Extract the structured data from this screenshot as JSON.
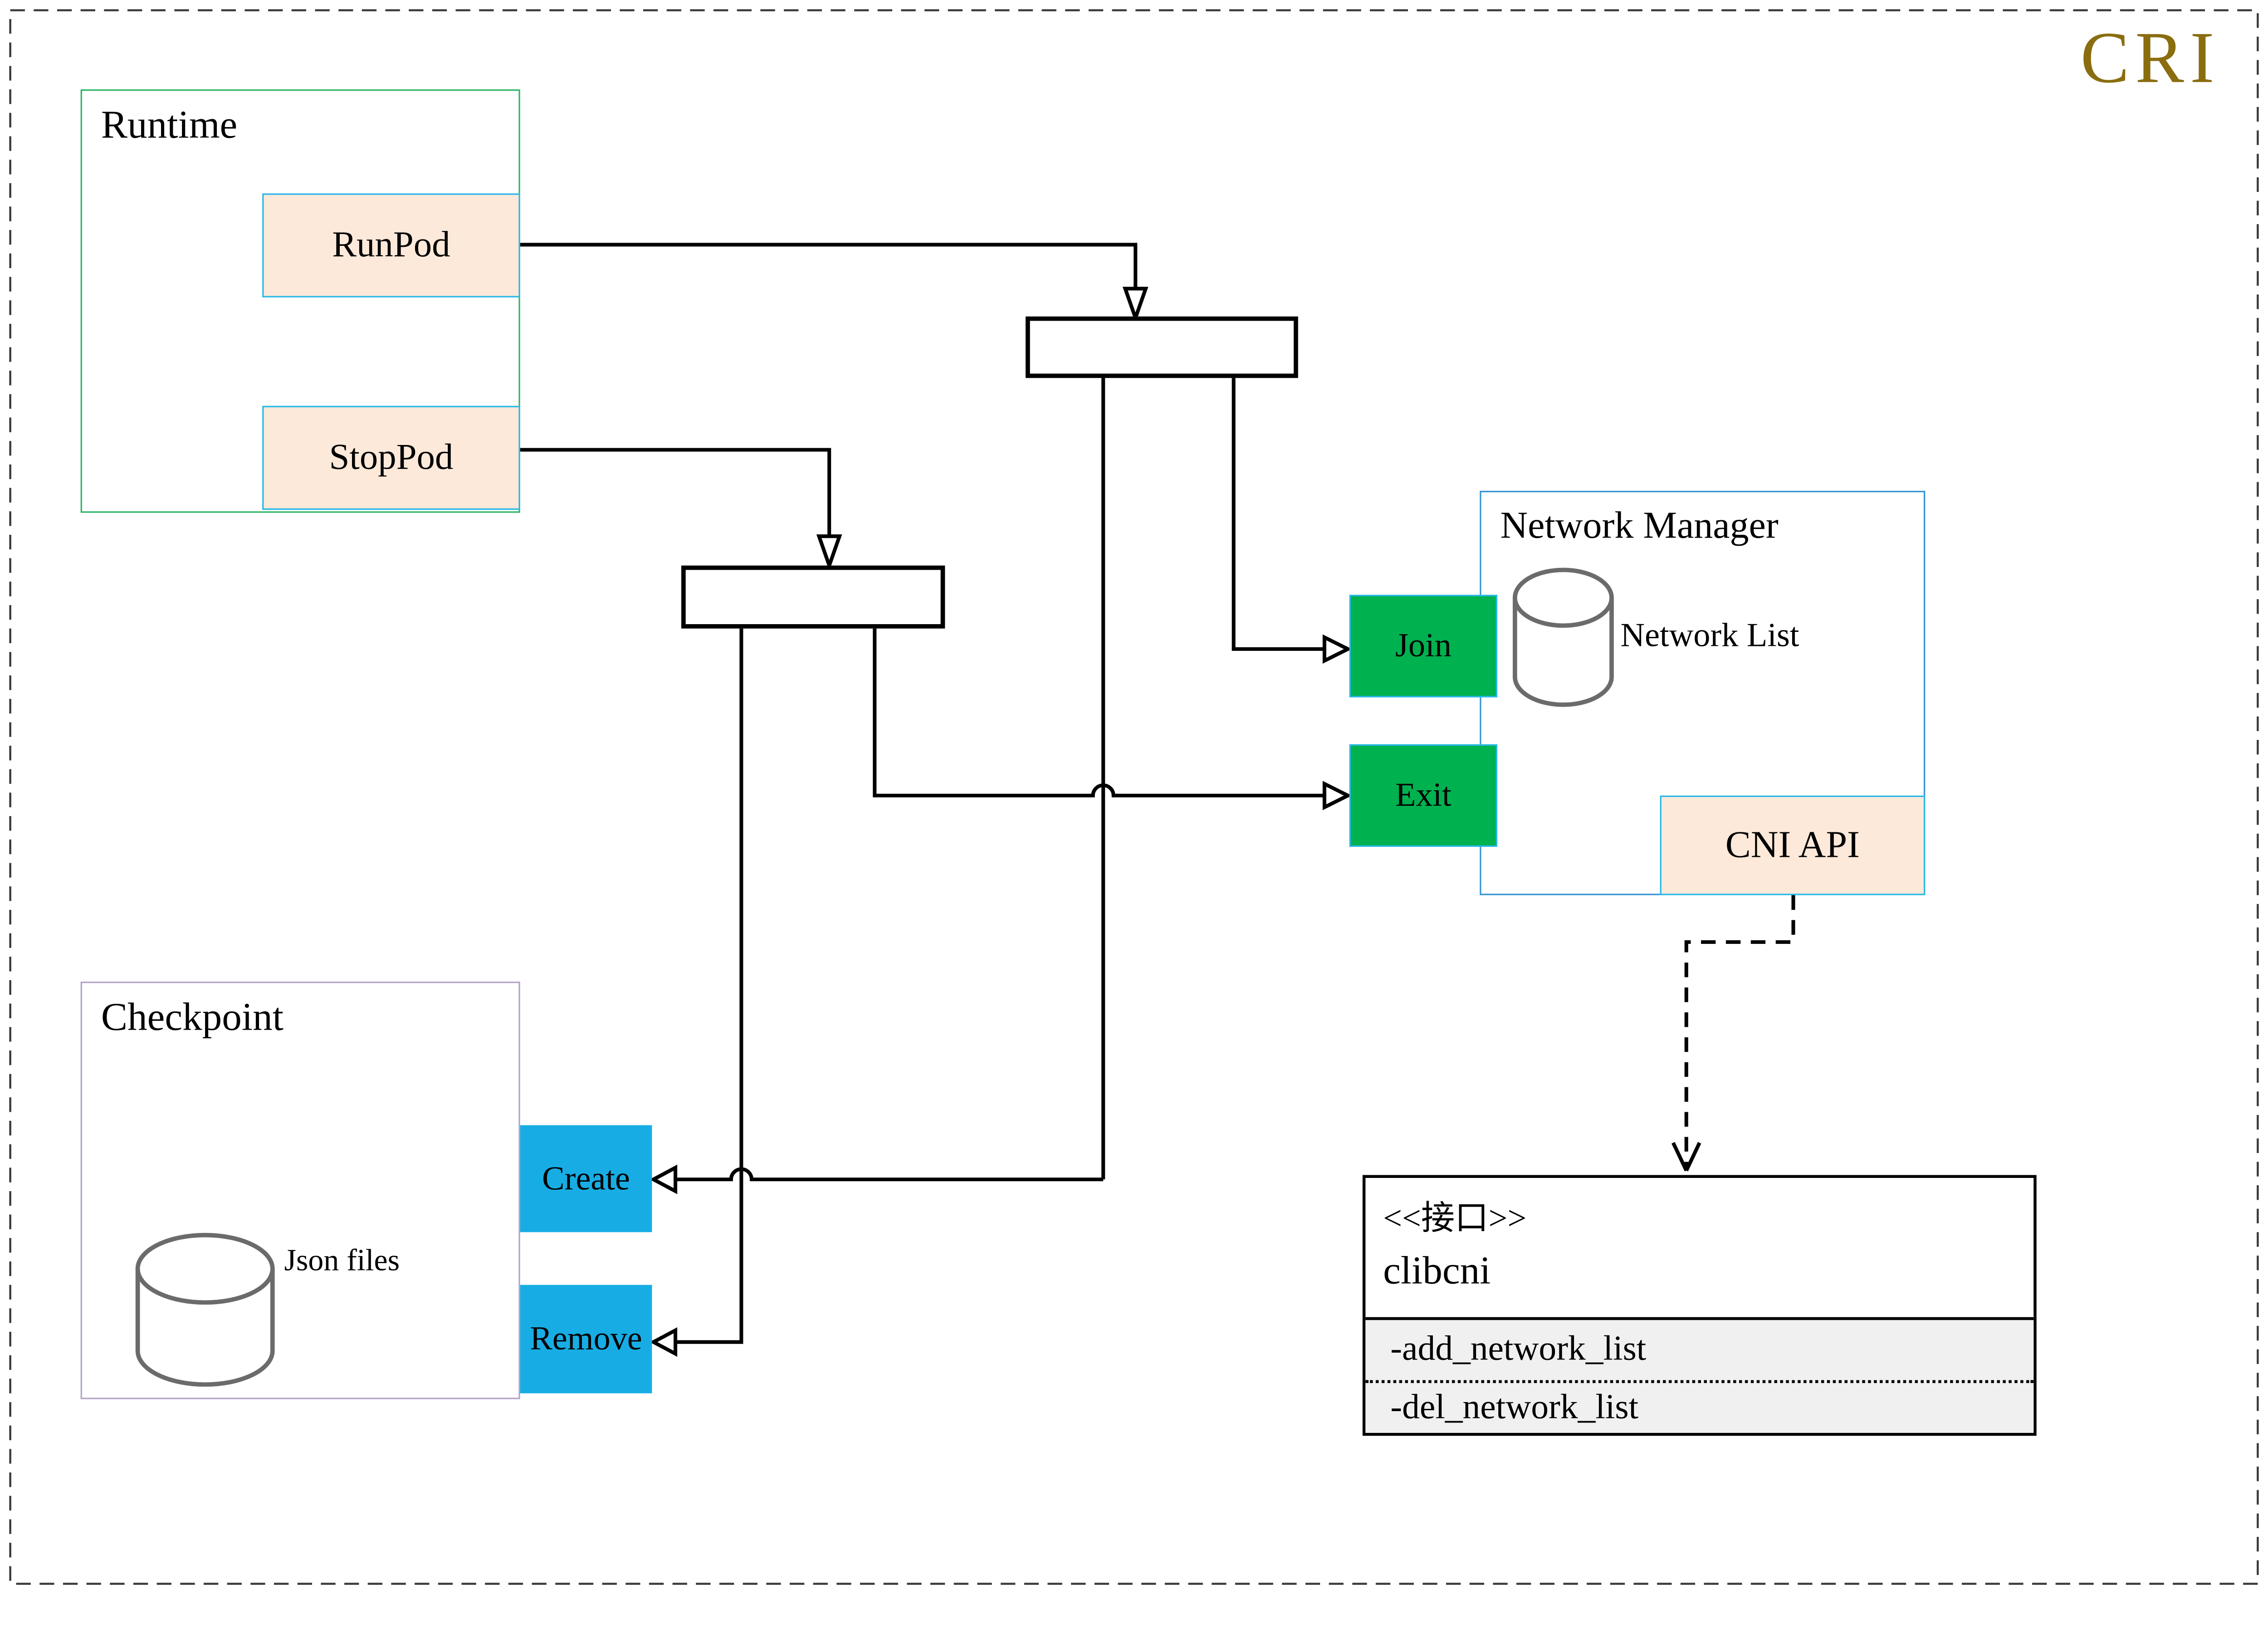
{
  "page": {
    "logo": "CRI"
  },
  "runtime": {
    "title": "Runtime",
    "buttons": [
      {
        "label": "RunPod"
      },
      {
        "label": "StopPod"
      }
    ]
  },
  "network_manager": {
    "title": "Network Manager",
    "datastore_label": "Network List",
    "ops": [
      {
        "label": "Join"
      },
      {
        "label": "Exit"
      }
    ],
    "api_label": "CNI API"
  },
  "checkpoint": {
    "title": "Checkpoint",
    "datastore_label": "Json files",
    "ops": [
      {
        "label": "Create"
      },
      {
        "label": "Remove"
      }
    ]
  },
  "interface": {
    "stereotype": "<<接口>>",
    "name": "clibcni",
    "methods": [
      "-add_network_list",
      "-del_network_list"
    ]
  },
  "colors": {
    "logo": "#8a6d0f",
    "runtime_border": "#2db566",
    "checkpoint_border": "#b3a2c7",
    "network_manager_border": "#3492d4",
    "chip_peach_bg": "#fce9da",
    "chip_blue_border": "#29b8e8",
    "op_green_bg": "#00b150",
    "op_cyan_bg": "#17ade4",
    "iface_attr_bg": "#f0f0f0"
  }
}
